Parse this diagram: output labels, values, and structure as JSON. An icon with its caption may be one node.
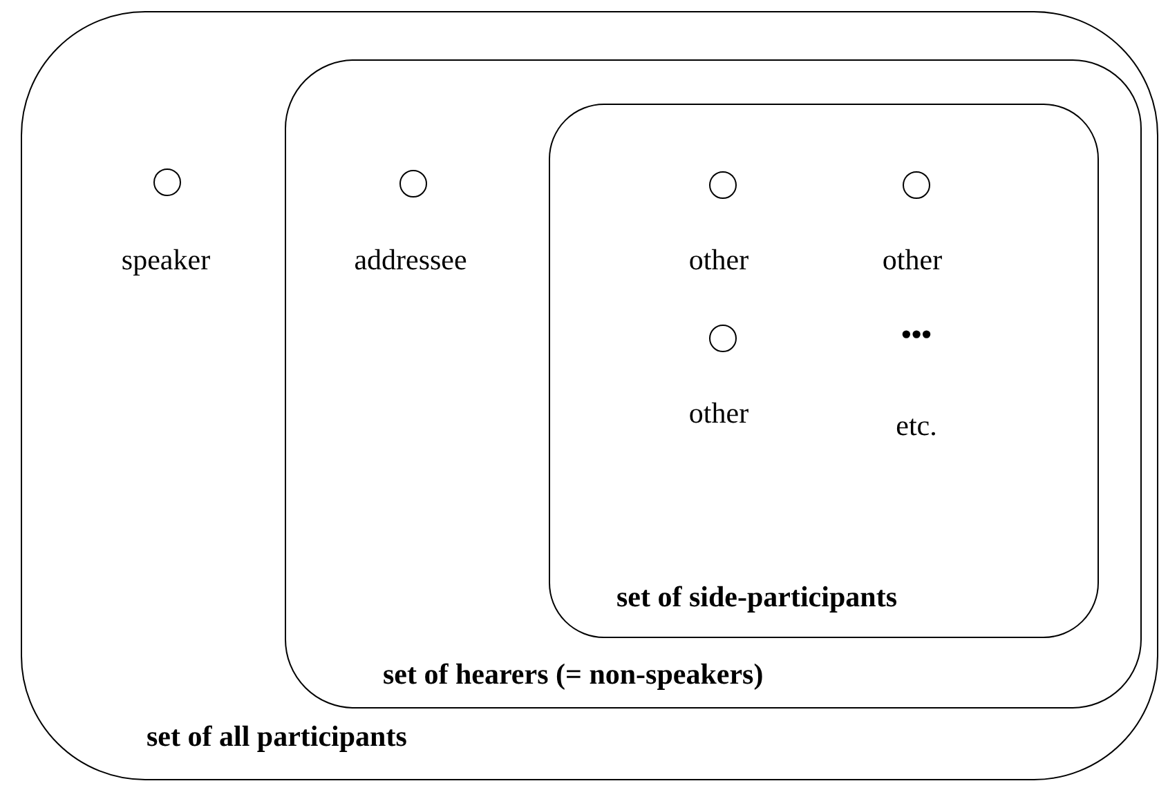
{
  "diagram": {
    "nodes": [
      {
        "text": [
          "set of all participants"
        ]
      },
      {
        "text": [
          "set of hearers (= non-speakers)"
        ],
        "in": 0
      },
      {
        "text": [
          "set of side-participants"
        ],
        "in": 1
      },
      {
        "text": [],
        "shape": "circle",
        "beside": [
          "speaker"
        ],
        "in": 0
      },
      {
        "text": [],
        "shape": "circle",
        "beside": [
          "addressee"
        ],
        "in": 1
      },
      {
        "text": [],
        "shape": "circle",
        "beside": [
          "other"
        ],
        "in": 2
      },
      {
        "text": [],
        "shape": "circle",
        "beside": [
          "other"
        ],
        "in": 2
      },
      {
        "text": [],
        "shape": "circle",
        "beside": [
          "other"
        ],
        "in": 2
      }
    ],
    "edges": [],
    "labels": [
      "•••",
      "etc."
    ]
  }
}
